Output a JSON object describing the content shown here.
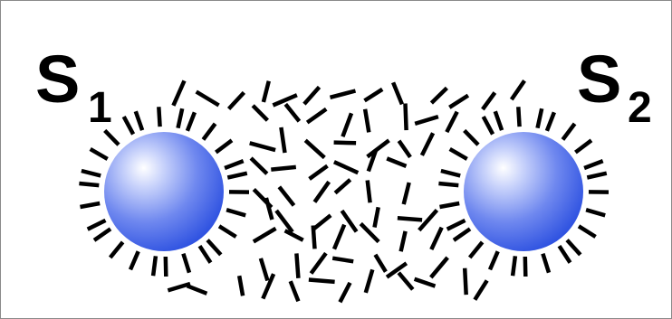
{
  "spheres": [
    {
      "id": "s1",
      "label_main": "S",
      "label_sub": "1",
      "color": "#2b4fe0"
    },
    {
      "id": "s2",
      "label_main": "S",
      "label_sub": "2",
      "color": "#2b4fe0"
    }
  ],
  "ligand_color": "#000000",
  "background_color": "#ffffff",
  "frame_color": "#8a8a8a"
}
